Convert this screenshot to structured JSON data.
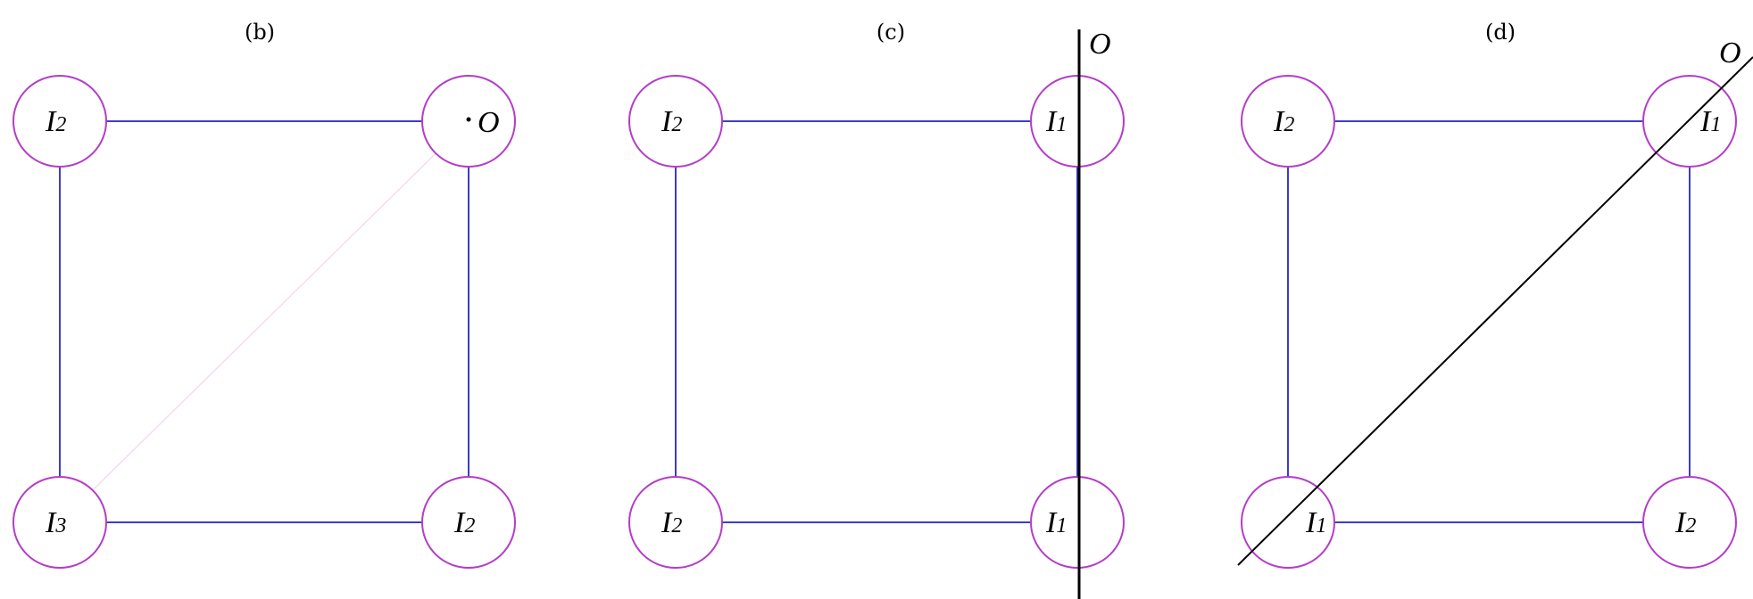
{
  "colors": {
    "node_stroke": "#b43cc8",
    "edge": "#3c3ccc",
    "axis": "#000000",
    "faint_diagonal": "#f4dcf0"
  },
  "panels": [
    {
      "caption": "(b)",
      "nodes": [
        {
          "pos": "top-left",
          "main": "I",
          "sub": "2"
        },
        {
          "pos": "top-right",
          "main": "",
          "sub": "",
          "origin_label": "O"
        },
        {
          "pos": "bottom-left",
          "main": "I",
          "sub": "3"
        },
        {
          "pos": "bottom-right",
          "main": "I",
          "sub": "2"
        }
      ],
      "axis": "faint-diagonal"
    },
    {
      "caption": "(c)",
      "nodes": [
        {
          "pos": "top-left",
          "main": "I",
          "sub": "2"
        },
        {
          "pos": "top-right",
          "main": "I",
          "sub": "1"
        },
        {
          "pos": "bottom-left",
          "main": "I",
          "sub": "2"
        },
        {
          "pos": "bottom-right",
          "main": "I",
          "sub": "1"
        }
      ],
      "axis": "vertical",
      "axis_label": "O"
    },
    {
      "caption": "(d)",
      "nodes": [
        {
          "pos": "top-left",
          "main": "I",
          "sub": "2"
        },
        {
          "pos": "top-right",
          "main": "I",
          "sub": "1"
        },
        {
          "pos": "bottom-left",
          "main": "I",
          "sub": "1"
        },
        {
          "pos": "bottom-right",
          "main": "I",
          "sub": "2"
        }
      ],
      "axis": "diagonal",
      "axis_label": "O"
    }
  ]
}
